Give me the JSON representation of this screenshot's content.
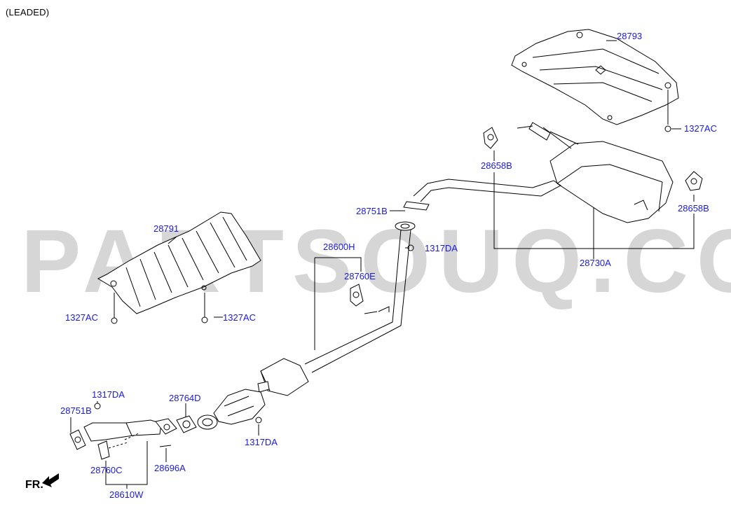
{
  "header": {
    "variant": "(LEADED)"
  },
  "watermark": "PARTSOUQ.COM",
  "front_indicator": "FR.",
  "colors": {
    "callout": "#1a1adb",
    "line": "#000000",
    "watermark": "#b0b0b0"
  },
  "callouts": {
    "c28793": "28793",
    "c1327AC_r": "1327AC",
    "c28658B_l": "28658B",
    "c28658B_r": "28658B",
    "c28730A": "28730A",
    "c28751B_t": "28751B",
    "c1317DA_t": "1317DA",
    "c28600H": "28600H",
    "c28760E": "28760E",
    "c28791": "28791",
    "c1327AC_l": "1327AC",
    "c1327AC_m": "1327AC",
    "c1317DA_bl": "1317DA",
    "c28751B_b": "28751B",
    "c28764D": "28764D",
    "c1317DA_br": "1317DA",
    "c28760C": "28760C",
    "c28696A": "28696A",
    "c28610W": "28610W"
  }
}
